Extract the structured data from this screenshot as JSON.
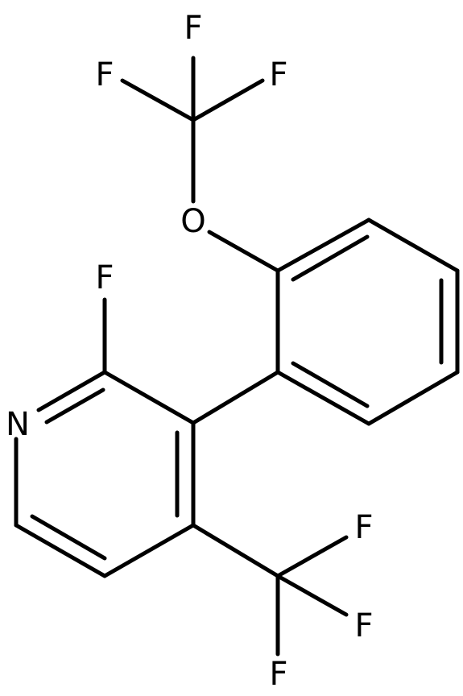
{
  "molecule": {
    "atoms": {
      "f_top": "F",
      "f_left": "F",
      "f_right": "F",
      "o": "O",
      "f_pyridine": "F",
      "n": "N",
      "f_cf3_upper": "F",
      "f_cf3_right": "F",
      "f_cf3_bottom": "F"
    }
  }
}
